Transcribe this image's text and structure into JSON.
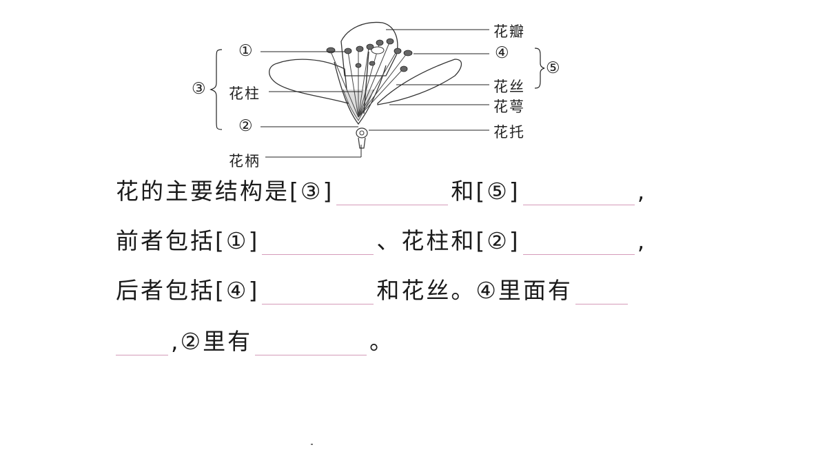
{
  "diagram": {
    "labels": {
      "n1": "①",
      "n2": "②",
      "n3": "③",
      "n4": "④",
      "n5": "⑤",
      "huazhu": "花柱",
      "huabing": "花柄",
      "huaban": "花瓣",
      "huasi": "花丝",
      "huae": "花萼",
      "huatuo": "花托"
    }
  },
  "question": {
    "line1": {
      "a": "花的主要结构是[③]",
      "b": "和[⑤]",
      "c": ","
    },
    "line2": {
      "a": "前者包括[①]",
      "b": "、花柱和[②]",
      "c": ","
    },
    "line3": {
      "a": "后者包括[④]",
      "b": "和花丝。④里面有"
    },
    "line4": {
      "a": ",②里有",
      "b": "。"
    }
  }
}
